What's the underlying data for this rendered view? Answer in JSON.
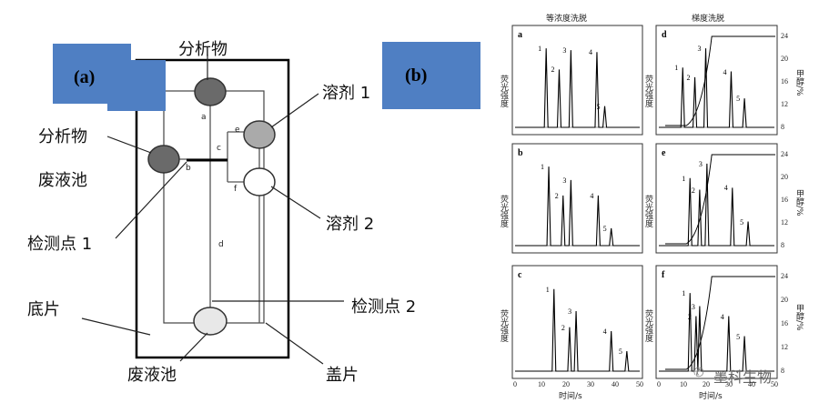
{
  "panel_a": {
    "label": "(a)",
    "labels": {
      "analyte_top": "分析物",
      "analyte_left": "分析物",
      "waste_left": "废液池",
      "detect1": "检测点 1",
      "substrate": "底片",
      "waste_bottom": "废液池",
      "solvent1": "溶剂 1",
      "solvent2": "溶剂 2",
      "detect2": "检测点 2",
      "cover": "盖片"
    },
    "channel_letters": [
      "a",
      "b",
      "c",
      "d",
      "e",
      "f"
    ]
  },
  "panel_b": {
    "label": "(b)",
    "header_left": "等浓度洗脱",
    "header_right": "梯度洗脱",
    "ylabel_left": "荧光强度",
    "ylabel_right": "甲醇/%",
    "xlabel": "时间/s",
    "x_ticks": [
      "0",
      "10",
      "20",
      "30",
      "40",
      "50"
    ],
    "right_ticks": [
      "24",
      "20",
      "16",
      "12",
      "8"
    ],
    "watermark": "墨科生物",
    "subplots": [
      {
        "id": "a",
        "peaks": [
          "1",
          "2",
          "3",
          "4",
          "5"
        ]
      },
      {
        "id": "d",
        "peaks": [
          "1",
          "2",
          "3",
          "4",
          "5"
        ]
      },
      {
        "id": "b",
        "peaks": [
          "1",
          "2",
          "3",
          "4",
          "5"
        ]
      },
      {
        "id": "e",
        "peaks": [
          "1",
          "2",
          "3",
          "4",
          "5"
        ]
      },
      {
        "id": "c",
        "peaks": [
          "1",
          "2",
          "3",
          "4",
          "5"
        ]
      },
      {
        "id": "f",
        "peaks": [
          "1",
          "2",
          "3",
          "4",
          "5"
        ]
      }
    ]
  }
}
